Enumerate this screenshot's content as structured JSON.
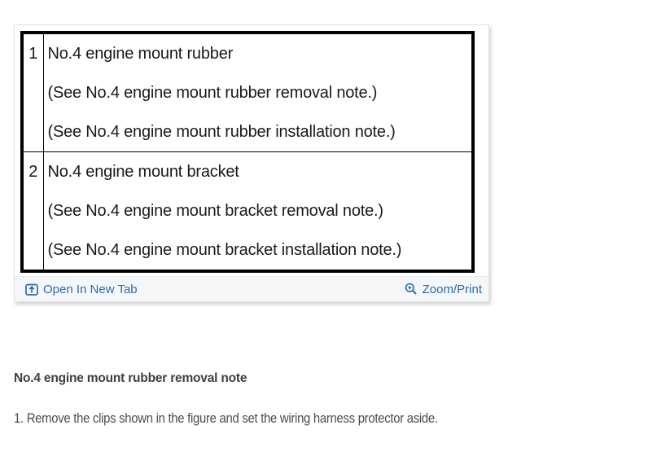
{
  "panel": {
    "table": {
      "rows": [
        {
          "num": "1",
          "lines": [
            "No.4 engine mount rubber",
            "(See No.4 engine mount rubber removal note.)",
            "(See No.4 engine mount rubber installation note.)"
          ]
        },
        {
          "num": "2",
          "lines": [
            "No.4 engine mount bracket",
            "(See No.4 engine mount bracket removal note.)",
            "(See No.4 engine mount bracket installation note.)"
          ]
        }
      ]
    },
    "footer": {
      "open_in_new_tab_label": "Open In New Tab",
      "zoom_print_label": "Zoom/Print",
      "open_icon": "open-in-new-tab",
      "zoom_icon": "magnifier-plus"
    }
  },
  "notes": {
    "heading": "No.4 engine mount rubber removal note",
    "step": "1. Remove the clips shown in the figure and set the wiring harness protector aside."
  },
  "colors": {
    "link_blue": "#2b6cb0",
    "table_border": "#000000",
    "table_text": "#1a1a1a",
    "footer_bg": "#f5f6f8",
    "heading_gray": "#3e3e3e",
    "body_gray": "#4d4d4d"
  }
}
